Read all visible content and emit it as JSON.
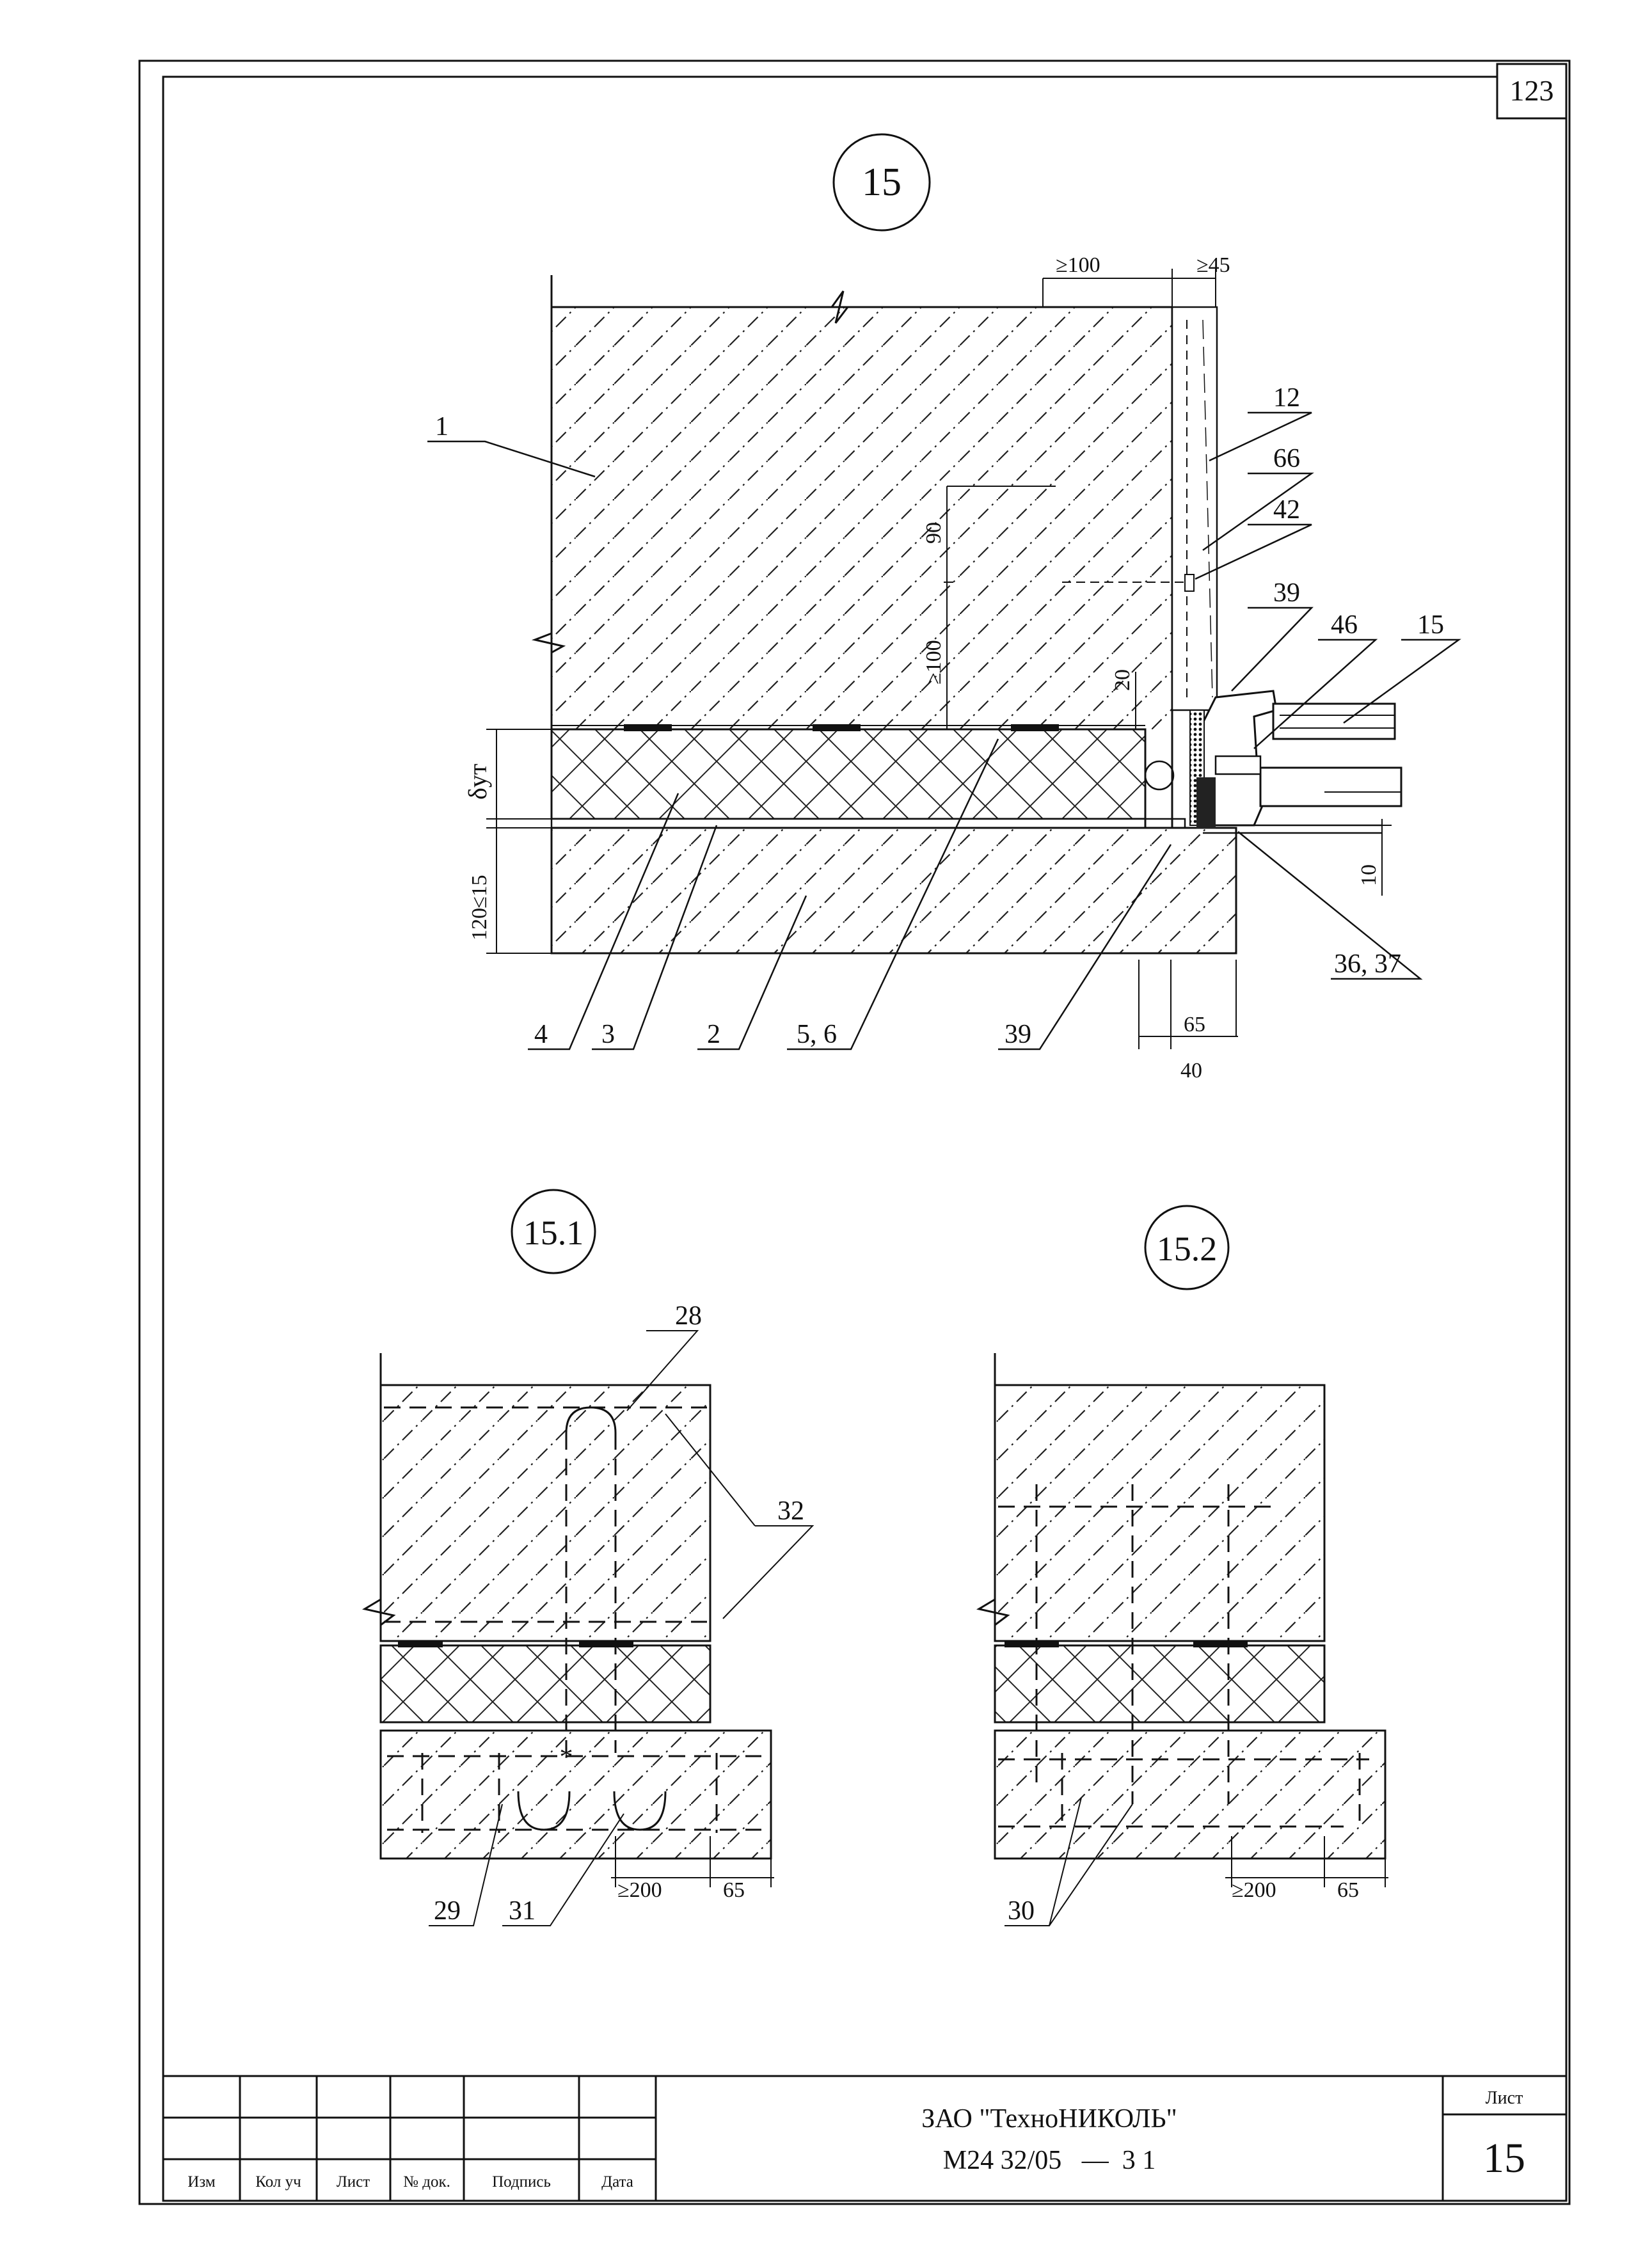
{
  "sheet_corner_number": "123",
  "main_view": {
    "circle_label": "15",
    "dims": {
      "top_100": "≥100",
      "top_45": "≥45",
      "v_90": "90",
      "v_100": "≥100",
      "v_20": "20",
      "h_65": "65",
      "h_40": "40",
      "v_10": "10",
      "d_ut": "δут",
      "le15": "≤15",
      "v_120": "120"
    },
    "callouts": [
      "1",
      "12",
      "66",
      "42",
      "39",
      "46",
      "15",
      "4",
      "3",
      "2",
      "5, 6",
      "39",
      "36, 37"
    ]
  },
  "detail_1": {
    "circle_label": "15.1",
    "callouts": [
      "28",
      "32",
      "29",
      "31"
    ],
    "dims": {
      "d200": "≥200",
      "d65": "65"
    }
  },
  "detail_2": {
    "circle_label": "15.2",
    "callouts": [
      "30"
    ],
    "dims": {
      "d200": "≥200",
      "d65": "65"
    }
  },
  "title_block": {
    "headers": [
      "Изм",
      "Кол уч",
      "Лист",
      "№ док.",
      "Подпись",
      "Дата"
    ],
    "company": "ЗАО \"ТехноНИКОЛЬ\"",
    "doc_code": "М24 32/05   —  3 1",
    "sheet_label": "Лист",
    "sheet_number": "15"
  }
}
